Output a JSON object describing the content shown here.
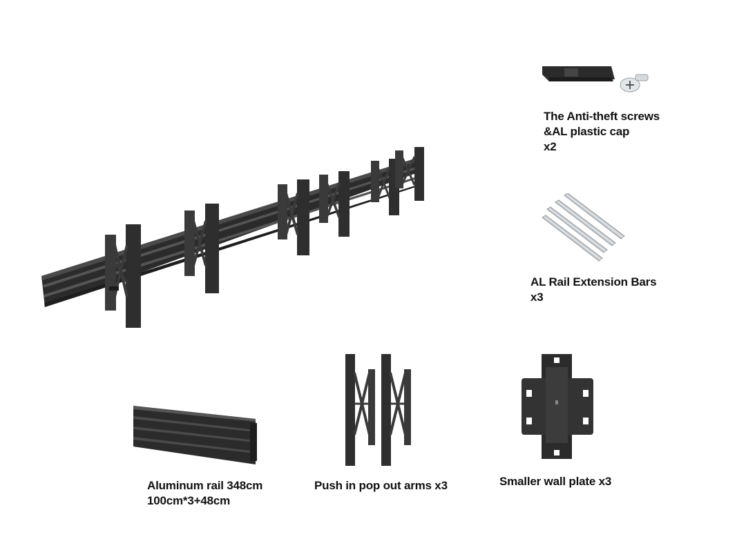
{
  "items": {
    "anti_theft": {
      "line1": "The Anti-theft screws",
      "line2": "&AL plastic cap",
      "line3": "x2"
    },
    "extension_bars": {
      "line1": "AL Rail Extension Bars",
      "line2": "x3"
    },
    "aluminum_rail": {
      "line1": "Aluminum rail 348cm",
      "line2": "100cm*3+48cm"
    },
    "arms": {
      "line1": "Push in pop out arms x3"
    },
    "wall_plate": {
      "line1": "Smaller wall plate x3"
    }
  },
  "colors": {
    "metal_dark": "#2b2b2b",
    "metal_mid": "#3d3d3d",
    "metal_light": "#555555",
    "aluminum": "#c9ced3",
    "text": "#111111"
  }
}
